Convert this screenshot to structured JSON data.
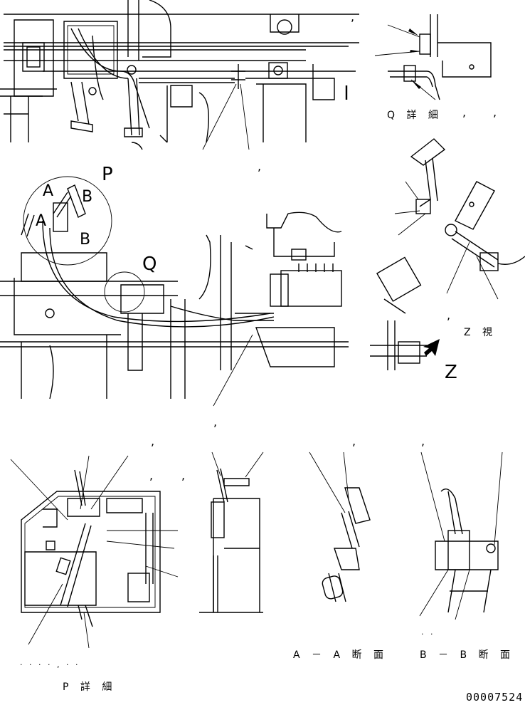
{
  "labels": {
    "view_p": "P",
    "view_q": "Q",
    "view_z": "Z",
    "view_a_top": "A",
    "view_a_bottom": "A",
    "view_b_top": "B",
    "view_b_bottom": "B",
    "q_detail": "Q 詳 細",
    "z_view": "Z 視",
    "p_detail": "P 詳 細",
    "section_aa": "A － A 断 面",
    "section_bb": "B － B 断 面",
    "drawing_number": "00007524"
  },
  "separators": {
    "s1": ",",
    "s2": ",",
    "s3": ",",
    "s4": ",",
    "s5": ",",
    "s6": ",",
    "s7": ",",
    "s8": ",",
    "s9": ",",
    "s10": ",",
    "s11": ",",
    "s12": ",",
    "p_detail_marks": "· ·   · · , · ·",
    "bb_marks": "·  ·"
  },
  "colors": {
    "line": "#000000",
    "background": "#ffffff"
  }
}
